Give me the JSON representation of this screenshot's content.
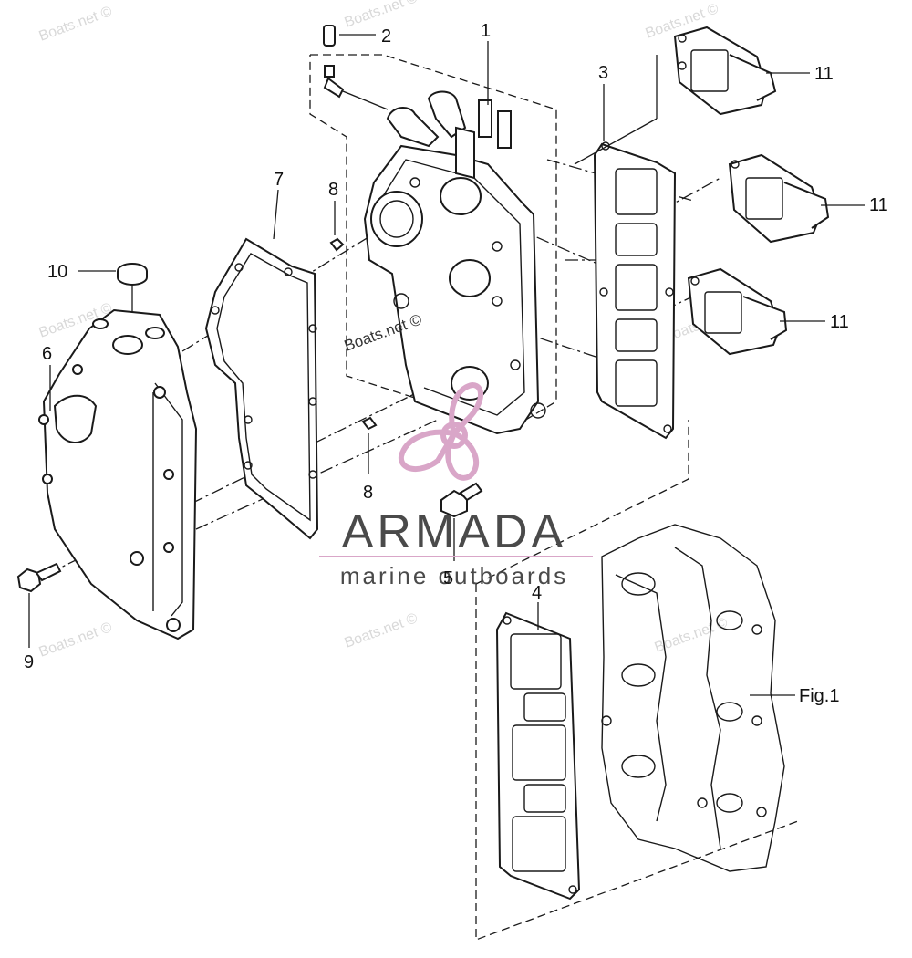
{
  "watermarks": [
    "Boats.net ©",
    "Boats.net ©",
    "Boats.net ©",
    "Boats.net ©",
    "Boats.net ©",
    "Boats.net ©",
    "Boats.net ©",
    "Boats.net ©"
  ],
  "inner_watermark": "Boats.net ©",
  "brand": {
    "name": "ARMADA",
    "tagline": "marine outboards",
    "accent_color": "#d9a6c8"
  },
  "callouts": {
    "p1": "1",
    "p2": "2",
    "p3": "3",
    "p4": "4",
    "p5": "5",
    "p6": "6",
    "p7": "7",
    "p8a": "8",
    "p8b": "8",
    "p9": "9",
    "p10": "10",
    "p11a": "11",
    "p11b": "11",
    "p11c": "11",
    "fig1": "Fig.1"
  }
}
